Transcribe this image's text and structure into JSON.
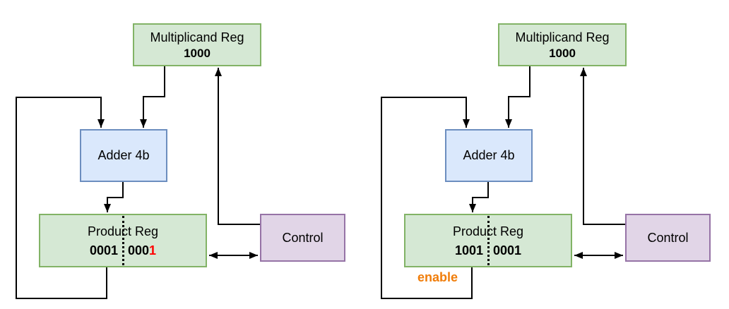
{
  "colors": {
    "register_fill": "#d5e8d4",
    "register_stroke": "#82b366",
    "adder_fill": "#dae8fc",
    "adder_stroke": "#6c8ebf",
    "control_fill": "#e1d5e7",
    "control_stroke": "#9673a6",
    "highlight_digit": "#ff0000",
    "enable_label": "#f07d0a",
    "connector": "#000000"
  },
  "diagrams": [
    {
      "multiplicand": {
        "label": "Multiplicand Reg",
        "value": "1000"
      },
      "adder": {
        "label": "Adder 4b"
      },
      "product": {
        "label": "Product Reg",
        "value_high": "0001",
        "value_low": "000",
        "value_low_highlight": "1"
      },
      "control": {
        "label": "Control"
      },
      "annotation": ""
    },
    {
      "multiplicand": {
        "label": "Multiplicand Reg",
        "value": "1000"
      },
      "adder": {
        "label": "Adder 4b"
      },
      "product": {
        "label": "Product Reg",
        "value_high": "1001",
        "value_low": "0001",
        "value_low_highlight": ""
      },
      "control": {
        "label": "Control"
      },
      "annotation": "enable"
    }
  ]
}
